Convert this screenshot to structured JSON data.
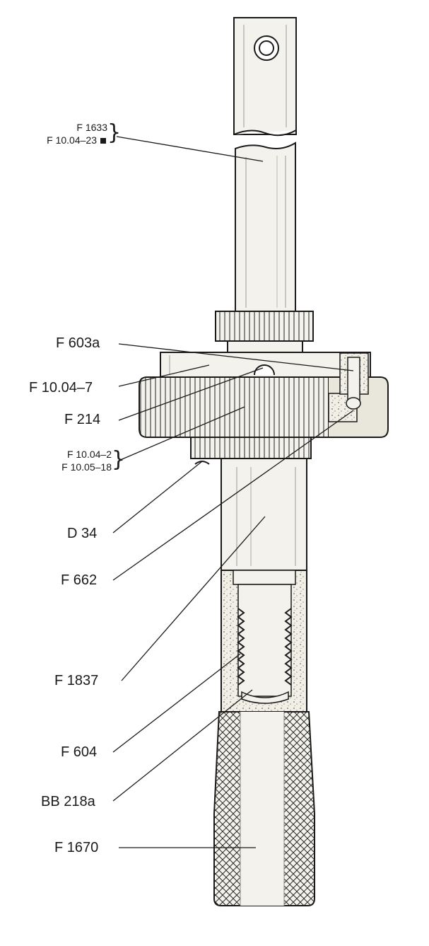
{
  "labels": {
    "f1633": "F 1633",
    "f100423": "F 10.04–23",
    "f603a": "F 603a",
    "f10047": "F 10.04–7",
    "f214": "F 214",
    "f10042": "F 10.04–2",
    "f100518": "F 10.05–18",
    "d34": "D 34",
    "f662": "F 662",
    "f1837": "F 1837",
    "f604": "F 604",
    "bb218a": "BB 218a",
    "f1670": "F 1670"
  },
  "colors": {
    "ink": "#1a1a1a",
    "metal": "#f4f2ec",
    "shade": "#d9d6cc"
  },
  "icons": {
    "marker": "filled-square-icon"
  }
}
